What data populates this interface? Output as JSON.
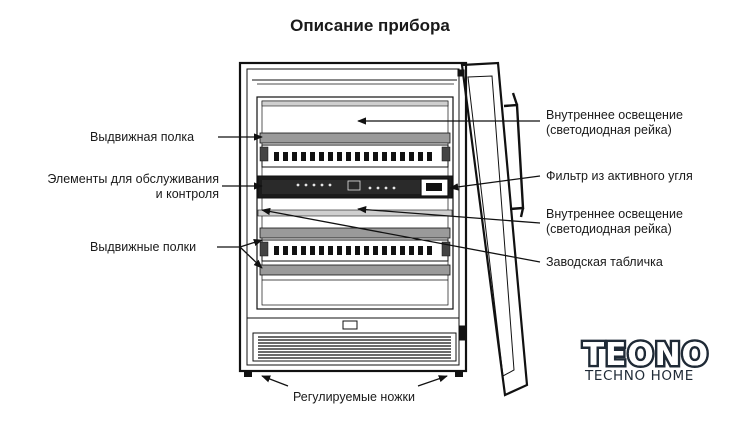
{
  "title": "Описание прибора",
  "labels": {
    "shelf": "Выдвижная полка",
    "controls_line1": "Элементы для обслуживания",
    "controls_line2": "и контроля",
    "shelves": "Выдвижные полки",
    "light_top_line1": "Внутреннее освещение",
    "light_top_line2": "(светодиодная рейка)",
    "filter": "Фильтр из активного угля",
    "light_bottom_line1": "Внутреннее освещение",
    "light_bottom_line2": "(светодиодная рейка)",
    "plate": "Заводская табличка",
    "feet": "Регулируемые ножки"
  },
  "logo": {
    "main": "TEONO",
    "sub": "TECHNO HOME"
  }
}
